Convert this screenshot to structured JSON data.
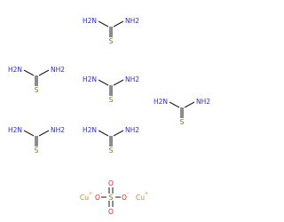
{
  "molecule": {
    "thiourea_units": [
      {
        "left": "H2N",
        "right": "NH2",
        "bottom": "S"
      },
      {
        "left": "H2N",
        "right": "NH2",
        "bottom": "S"
      },
      {
        "left": "H2N",
        "right": "NH2",
        "bottom": "S"
      },
      {
        "left": "H2N",
        "right": "NH2",
        "bottom": "S"
      },
      {
        "left": "H2N",
        "right": "NH2",
        "bottom": "S"
      },
      {
        "left": "H2N",
        "right": "NH2",
        "bottom": "S"
      }
    ],
    "sulfate": {
      "center": "S",
      "oxygens": [
        "O",
        "O",
        "O",
        "O"
      ],
      "charges": [
        "-",
        "-"
      ]
    },
    "counterions": [
      {
        "symbol": "Cu",
        "charge": "+"
      },
      {
        "symbol": "Cu",
        "charge": "+"
      }
    ]
  },
  "colors": {
    "nitrogen": "#2b2bd6",
    "sulfur": "#8a6a1c",
    "oxygen": "#d62020",
    "copper": "#c7862b",
    "bond": "#1a1a1a"
  }
}
